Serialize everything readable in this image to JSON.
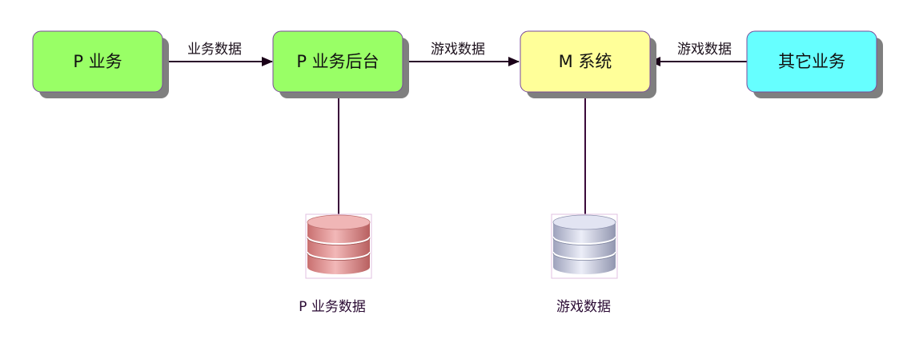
{
  "nodes": {
    "p_business": {
      "label": "P 业务",
      "color": "#99ff66"
    },
    "p_backend": {
      "label": "P 业务后台",
      "color": "#99ff66"
    },
    "m_system": {
      "label": "M 系统",
      "color": "#ffff99"
    },
    "other_business": {
      "label": "其它业务",
      "color": "#66ffff"
    }
  },
  "edges": {
    "p_to_backend": {
      "label": "业务数据"
    },
    "backend_to_m": {
      "label": "游戏数据"
    },
    "other_to_m": {
      "label": "游戏数据"
    }
  },
  "databases": {
    "p_data": {
      "label": "P 业务数据",
      "color": "#e8a0a0"
    },
    "game_data": {
      "label": "游戏数据",
      "color": "#c8cce0"
    }
  },
  "colors": {
    "line": "#2a0a2a",
    "node_border": "#7a4a9a",
    "shadow": "#808080"
  }
}
